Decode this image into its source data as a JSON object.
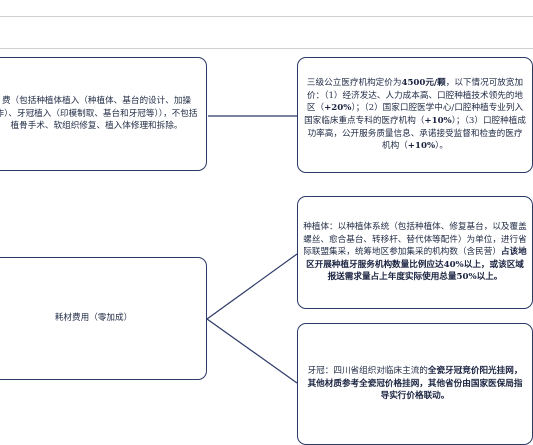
{
  "implant_box": {
    "text": "费（包括种植体植入（种植体、基台的设计、加操作）、牙冠植入（印模制取、基台和牙冠等）），不包括植骨手术、软组织修复、植入体修理和拆除。"
  },
  "price_box": {
    "t1": "三级公立医疗机构定价为",
    "b1": "4500元/颗",
    "t2": "，以下情况可放宽加价：（1）经济发达、人力成本高、口腔种植技术领先的地区（",
    "b2": "+20%",
    "t3": "）；（2）国家口腔医学中心/口腔种植专业列入国家临床重点专科的医疗机构（",
    "b3": "+10%",
    "t4": "）；（3）口腔种植成功率高，公开服务质量信息、承诺接受监督和检查的医疗机构（",
    "b4": "+10%",
    "t5": "）。"
  },
  "consumable_box": {
    "label": "耗材费用（零加成）"
  },
  "implant_sys_box": {
    "t1": "种植体：以种植体系统（包括种植体、修复基台，以及覆盖螺丝、愈合基台、转移杆、替代体等配件）为单位，进行省际联盟集采，统筹地区参加集采的机构数（含民营）",
    "b1": "占该地区开展种植牙服务机构数量比例应达40%以上，或该区域报送需求量占上年度实际使用总量50%以上。"
  },
  "crown_box": {
    "t1": "牙冠：四川省组织对临床主流的",
    "b1": "全瓷牙冠竞价阳光挂网，其他材质参考全瓷冠价格挂网，其他省份由国家医保局指导实行价格联动。"
  },
  "colors": {
    "border": "#2c3a66",
    "text": "#1f2a44",
    "divider": "#cfcfcf"
  }
}
